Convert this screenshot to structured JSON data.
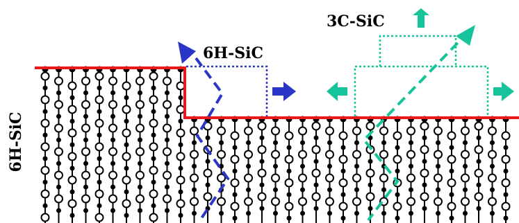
{
  "labels": {
    "substrate": "6H-SiC",
    "step_polytype": "6H-SiC",
    "nucleus_polytype": "3C-SiC"
  },
  "colors": {
    "step_edge": "#e8191c",
    "polytype_6h": "#2b35c8",
    "polytype_3c": "#15c49a",
    "lattice": "#000000"
  }
}
